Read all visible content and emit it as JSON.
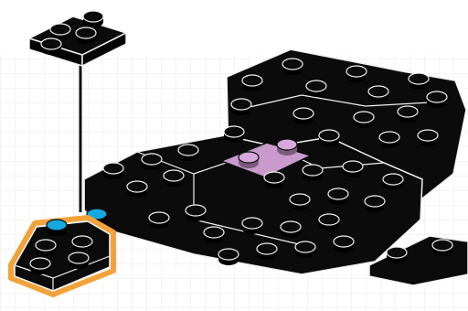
{
  "scene": {
    "background": "#ffffff",
    "grid_color": "#e9e9e9",
    "brick_color": "#0b0b0b",
    "edge_color": "#f2f2f2",
    "highlight_stud_color": "#14a9e0",
    "outline_color": "#f2a23a",
    "tile_color": "#c99bcc",
    "guide_line_color": "#111111",
    "parts": [
      {
        "name": "floating-plate-2x1",
        "role": "next piece to place"
      },
      {
        "name": "main-assembly",
        "role": "black brick build"
      },
      {
        "name": "highlighted-plate",
        "role": "target position"
      },
      {
        "name": "lilac-tile",
        "role": "decorative tile"
      }
    ]
  }
}
